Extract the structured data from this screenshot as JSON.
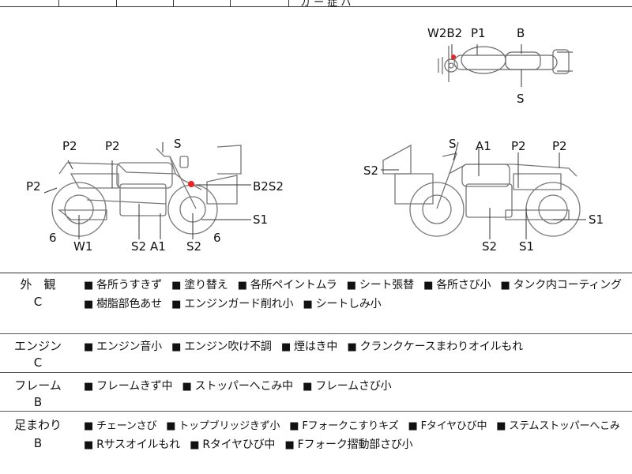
{
  "header": {
    "partial_text": "ガ ー 症 ハ"
  },
  "diagram": {
    "top_view": {
      "labels": [
        "W2B2",
        "P1",
        "B",
        "S"
      ]
    },
    "left_view": {
      "labels": [
        "P2",
        "P2",
        "S",
        "P2",
        "B2S2",
        "S1",
        "6",
        "6",
        "W1",
        "S2",
        "A1",
        "S2"
      ]
    },
    "right_view": {
      "labels": [
        "S",
        "A1",
        "P2",
        "P2",
        "S2",
        "S1",
        "S2",
        "S1"
      ]
    }
  },
  "sections": [
    {
      "name": "外　観",
      "grade": "C",
      "lines": [
        [
          "各所うすきず",
          "塗り替え",
          "各所ペイントムラ",
          "シート張替",
          "各所さび小",
          "タンク内コーティング"
        ],
        [
          "樹脂部色あせ",
          "エンジンガード削れ小",
          "シートしみ小"
        ]
      ]
    },
    {
      "name": "エンジン",
      "grade": "C",
      "lines": [
        [
          "エンジン音小",
          "エンジン吹け不調",
          "煙はき中",
          "クランクケースまわりオイルもれ"
        ]
      ]
    },
    {
      "name": "フレーム",
      "grade": "B",
      "lines": [
        [
          "フレームきず中",
          "ストッパーへこみ中",
          "フレームさび小"
        ]
      ]
    },
    {
      "name": "足まわり",
      "grade": "B",
      "lines": [
        [
          "チェーンさび",
          "トップブリッジきず小",
          "Fフォークこすりキズ",
          "Fタイヤひび中",
          "ステムストッパーへこみ"
        ],
        [
          "Rサスオイルもれ",
          "Rタイヤひび中",
          "Fフォーク摺動部さび小"
        ]
      ]
    }
  ],
  "bullet": "■"
}
